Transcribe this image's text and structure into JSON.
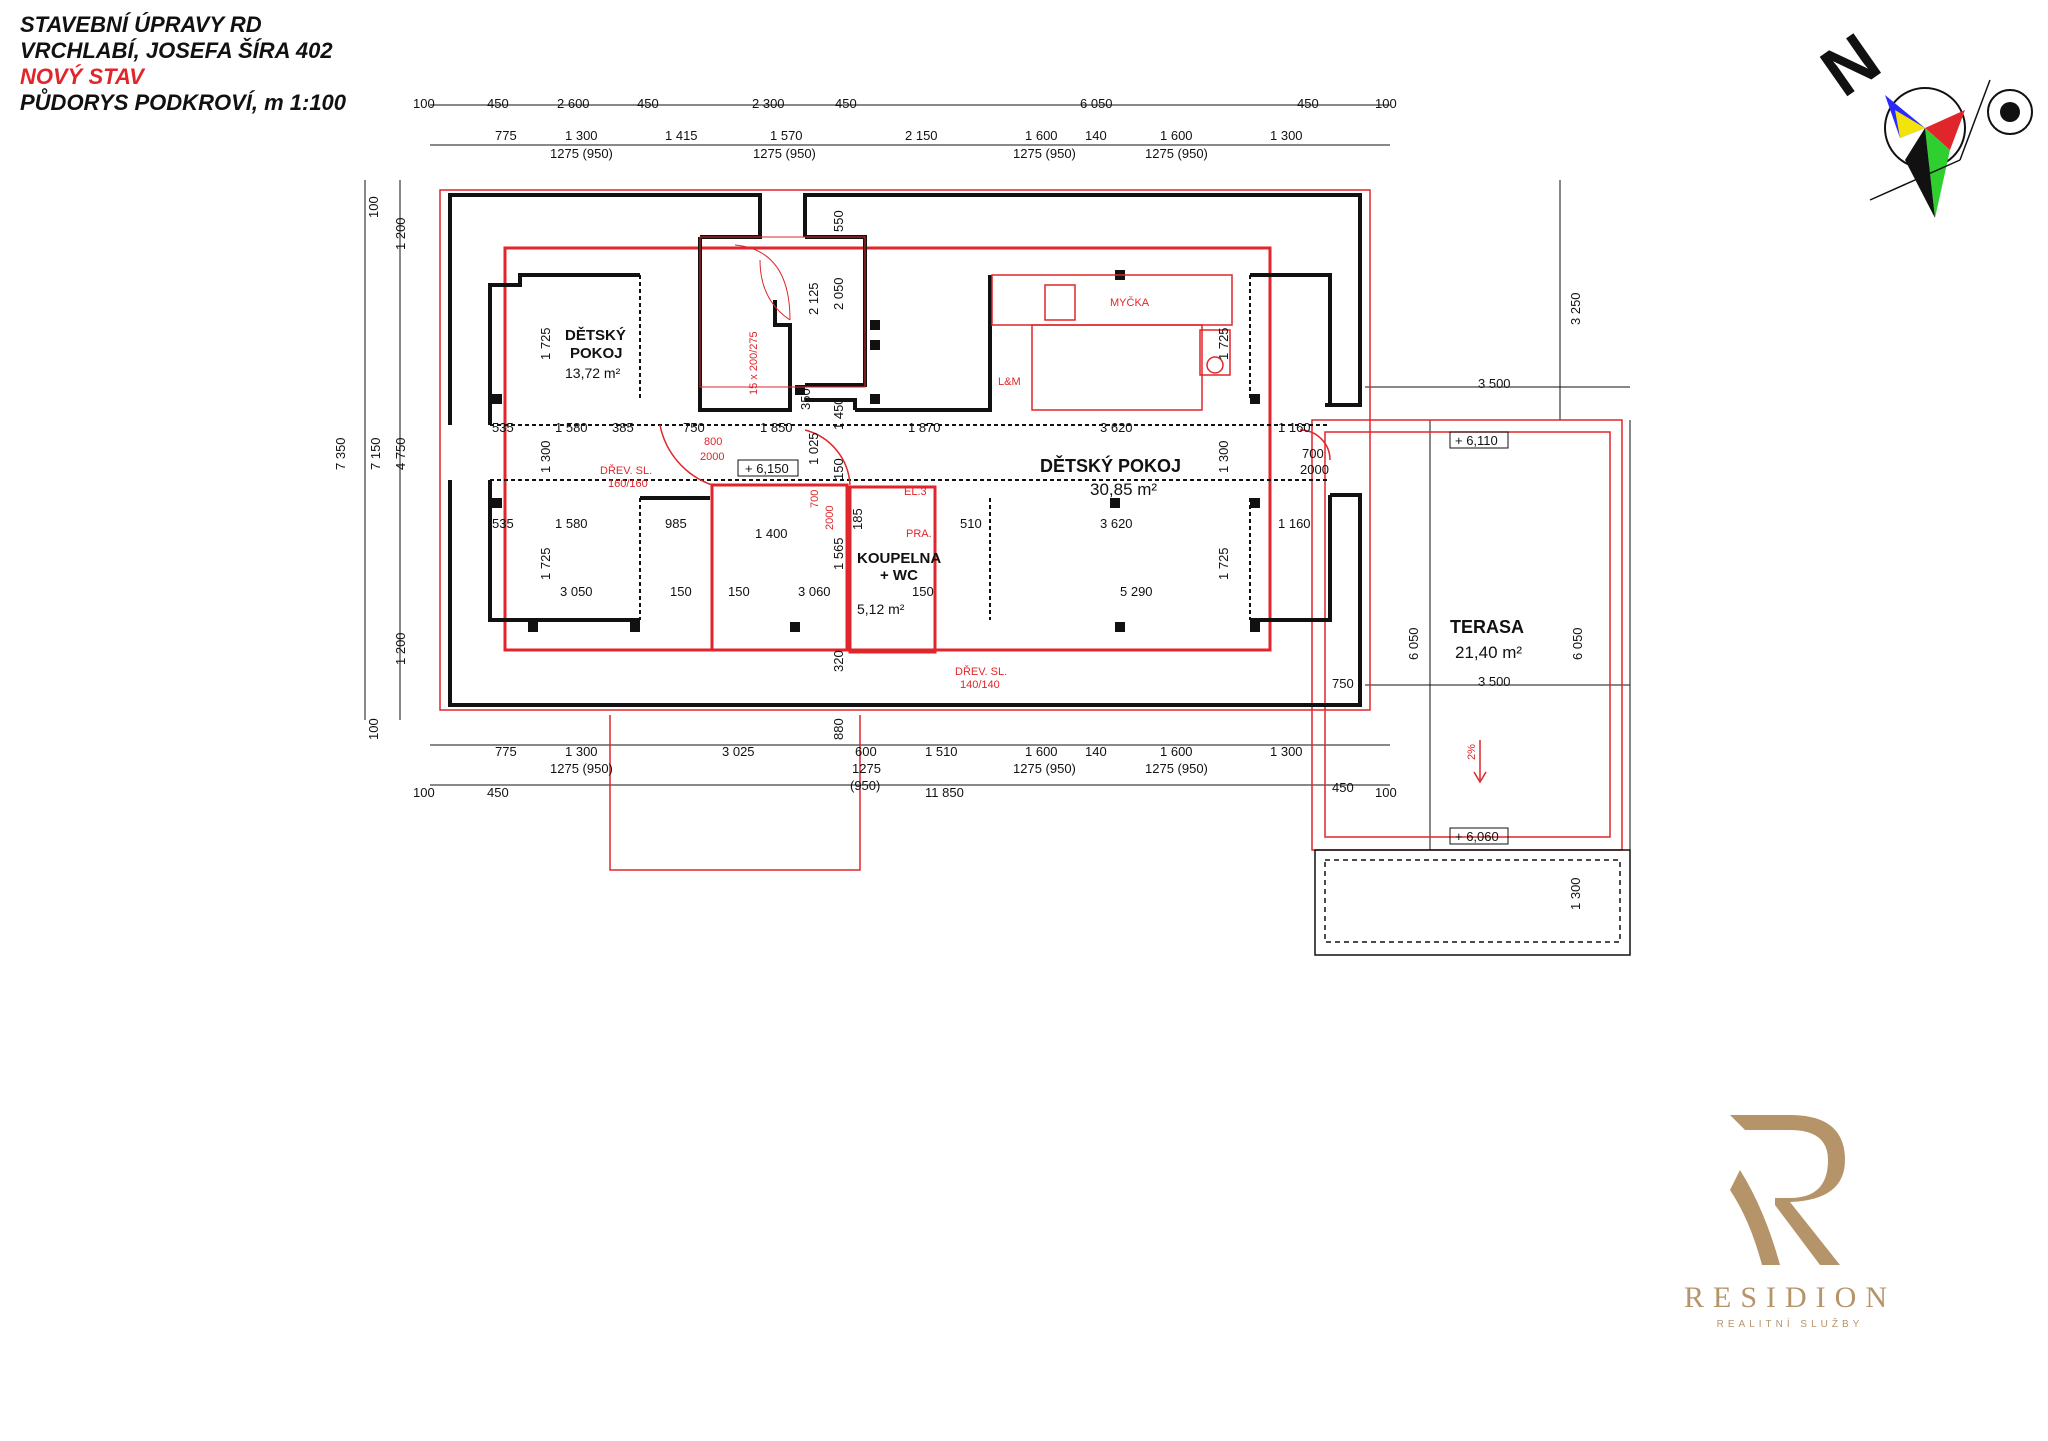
{
  "title": {
    "line1": "STAVEBNÍ ÚPRAVY RD",
    "line2": "VRCHLABÍ, JOSEFA ŠÍRA 402",
    "line3": "NOVÝ STAV",
    "line4": "PŮDORYS PODKROVÍ, m 1:100"
  },
  "compass": {
    "label": "N",
    "icon": "compass-rose-icon"
  },
  "rooms": {
    "child_small": {
      "name1": "DĚTSKÝ",
      "name2": "POKOJ",
      "area": "13,72 m²"
    },
    "child_large": {
      "name": "DĚTSKÝ POKOJ",
      "area": "30,85 m²"
    },
    "bath": {
      "name1": "KOUPELNA",
      "name2": "+ WC",
      "area": "5,12 m²"
    },
    "terrace": {
      "name": "TERASA",
      "area": "21,40 m²"
    }
  },
  "labels": {
    "dishwasher": "MYČKA",
    "lm": "L&M",
    "laundry": "PRA.",
    "el": "EL.3",
    "stair": "15 x 200/275",
    "door1_a": "DŘEV. SL.",
    "door1_b": "160/160",
    "door2_a": "DŘEV. SL.",
    "door2_b": "140/140",
    "door_800": "800",
    "door_2000a": "2000",
    "door_700": "700",
    "door_2000b": "2000",
    "door_700b": "700",
    "door_2000c": "2000",
    "level1": "+ 6,150",
    "level2": "+ 6,110",
    "level3": "+ 6,060",
    "slope": "2%"
  },
  "dims_top1": [
    "100",
    "450",
    "2 600",
    "450",
    "2 300",
    "450",
    "6 050",
    "450",
    "100"
  ],
  "dims_top2": [
    "775",
    "1 300",
    "1 415",
    "1 570",
    "2 150",
    "1 600",
    "140",
    "1 600",
    "1 300"
  ],
  "dims_top3": [
    "1275 (950)",
    "1275 (950)",
    "1275 (950)",
    "1275 (950)"
  ],
  "dims_bottom1": [
    "775",
    "1 300",
    "3 025",
    "600",
    "1 510",
    "1 600",
    "140",
    "1 600",
    "1 300"
  ],
  "dims_bottom2": [
    "1275 (950)",
    "1275",
    "(950)",
    "1275 (950)",
    "1275 (950)"
  ],
  "dims_bottom3": [
    "100",
    "450",
    "11 850",
    "450",
    "100"
  ],
  "dims_left": [
    "100",
    "1 200",
    "7 350",
    "7 150",
    "4 750",
    "1 200",
    "100"
  ],
  "dims_mid_row1": [
    "535",
    "1 580",
    "385",
    "750",
    "1 850",
    "1 870",
    "3 620",
    "1 160"
  ],
  "dims_mid_row2": [
    "535",
    "1 580",
    "985",
    "1 400",
    "510",
    "3 620",
    "1 160"
  ],
  "dims_mid_row3": [
    "3 050",
    "150",
    "150",
    "3 060",
    "150",
    "5 290"
  ],
  "dims_vert_misc": [
    "1 725",
    "1 300",
    "1 725",
    "550",
    "2 050",
    "2 125",
    "350",
    "1 450",
    "1 025",
    "150",
    "185",
    "1 565",
    "320",
    "880",
    "1 725",
    "1 300",
    "1 725"
  ],
  "dims_terrace": [
    "3 250",
    "3 500",
    "6 050",
    "6 050",
    "3 500",
    "750",
    "450",
    "100",
    "1 300"
  ],
  "brand": {
    "name": "RESIDION",
    "sub": "REALITNÍ SLUŽBY",
    "mark": "R"
  },
  "colors": {
    "wall": "#111111",
    "red": "#e0262b",
    "gold": "#b69469"
  }
}
